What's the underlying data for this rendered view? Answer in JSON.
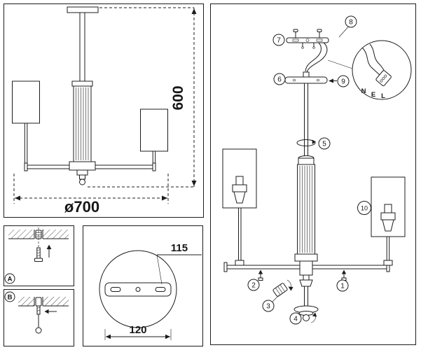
{
  "colors": {
    "line": "#1c1c1c",
    "background": "#ffffff"
  },
  "front_view": {
    "height_label": "600",
    "diameter_label": "ø700"
  },
  "exploded_view": {
    "callouts": {
      "c1": "1",
      "c2": "2",
      "c3": "3",
      "c4": "4",
      "c5": "5",
      "c6": "6",
      "c7": "7",
      "c8": "8",
      "c9": "9",
      "c10": "10"
    },
    "wire_terminals": {
      "n": "N",
      "e": "E",
      "l": "L"
    }
  },
  "mounting_steps": {
    "step_a": "A",
    "step_b": "B"
  },
  "plate_view": {
    "hole_spacing": "115",
    "plate_width": "120"
  }
}
